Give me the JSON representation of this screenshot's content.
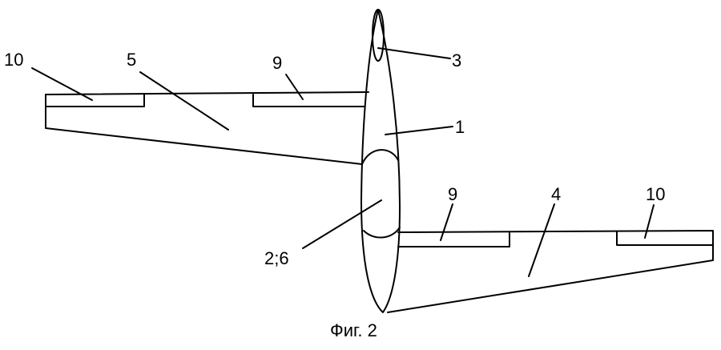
{
  "labels": {
    "flap_left_outer": "10",
    "wing_left": "5",
    "flap_left_inner": "9",
    "nose": "3",
    "fuselage": "1",
    "center_section": "2;6",
    "flap_right_inner": "9",
    "wing_right": "4",
    "flap_right_outer": "10"
  },
  "caption": "Фиг. 2"
}
